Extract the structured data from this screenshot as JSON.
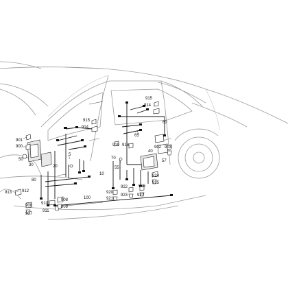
{
  "diagram": {
    "callouts": {
      "c901": "901",
      "c900": "900",
      "c50": "50",
      "c30": "30",
      "c20": "20",
      "c80": "80",
      "c913": "913",
      "c912": "912",
      "c908": "908",
      "c907": "907",
      "c910": "910",
      "c911": "911",
      "c908b": "908",
      "c909": "909",
      "c5": "5",
      "c10": "10",
      "c100": "100",
      "c920": "920",
      "c921": "921",
      "c915a": "915",
      "c914a": "914",
      "c919": "919",
      "c918": "918",
      "c70": "70",
      "c55": "55",
      "c922": "922",
      "c923": "923",
      "c926": "926",
      "c927": "927",
      "c915b": "915",
      "c914b": "914",
      "c65": "65",
      "c60": "60",
      "c902": "902",
      "c903": "903",
      "c40": "40",
      "c57": "57",
      "c924": "924",
      "c925": "925"
    }
  }
}
